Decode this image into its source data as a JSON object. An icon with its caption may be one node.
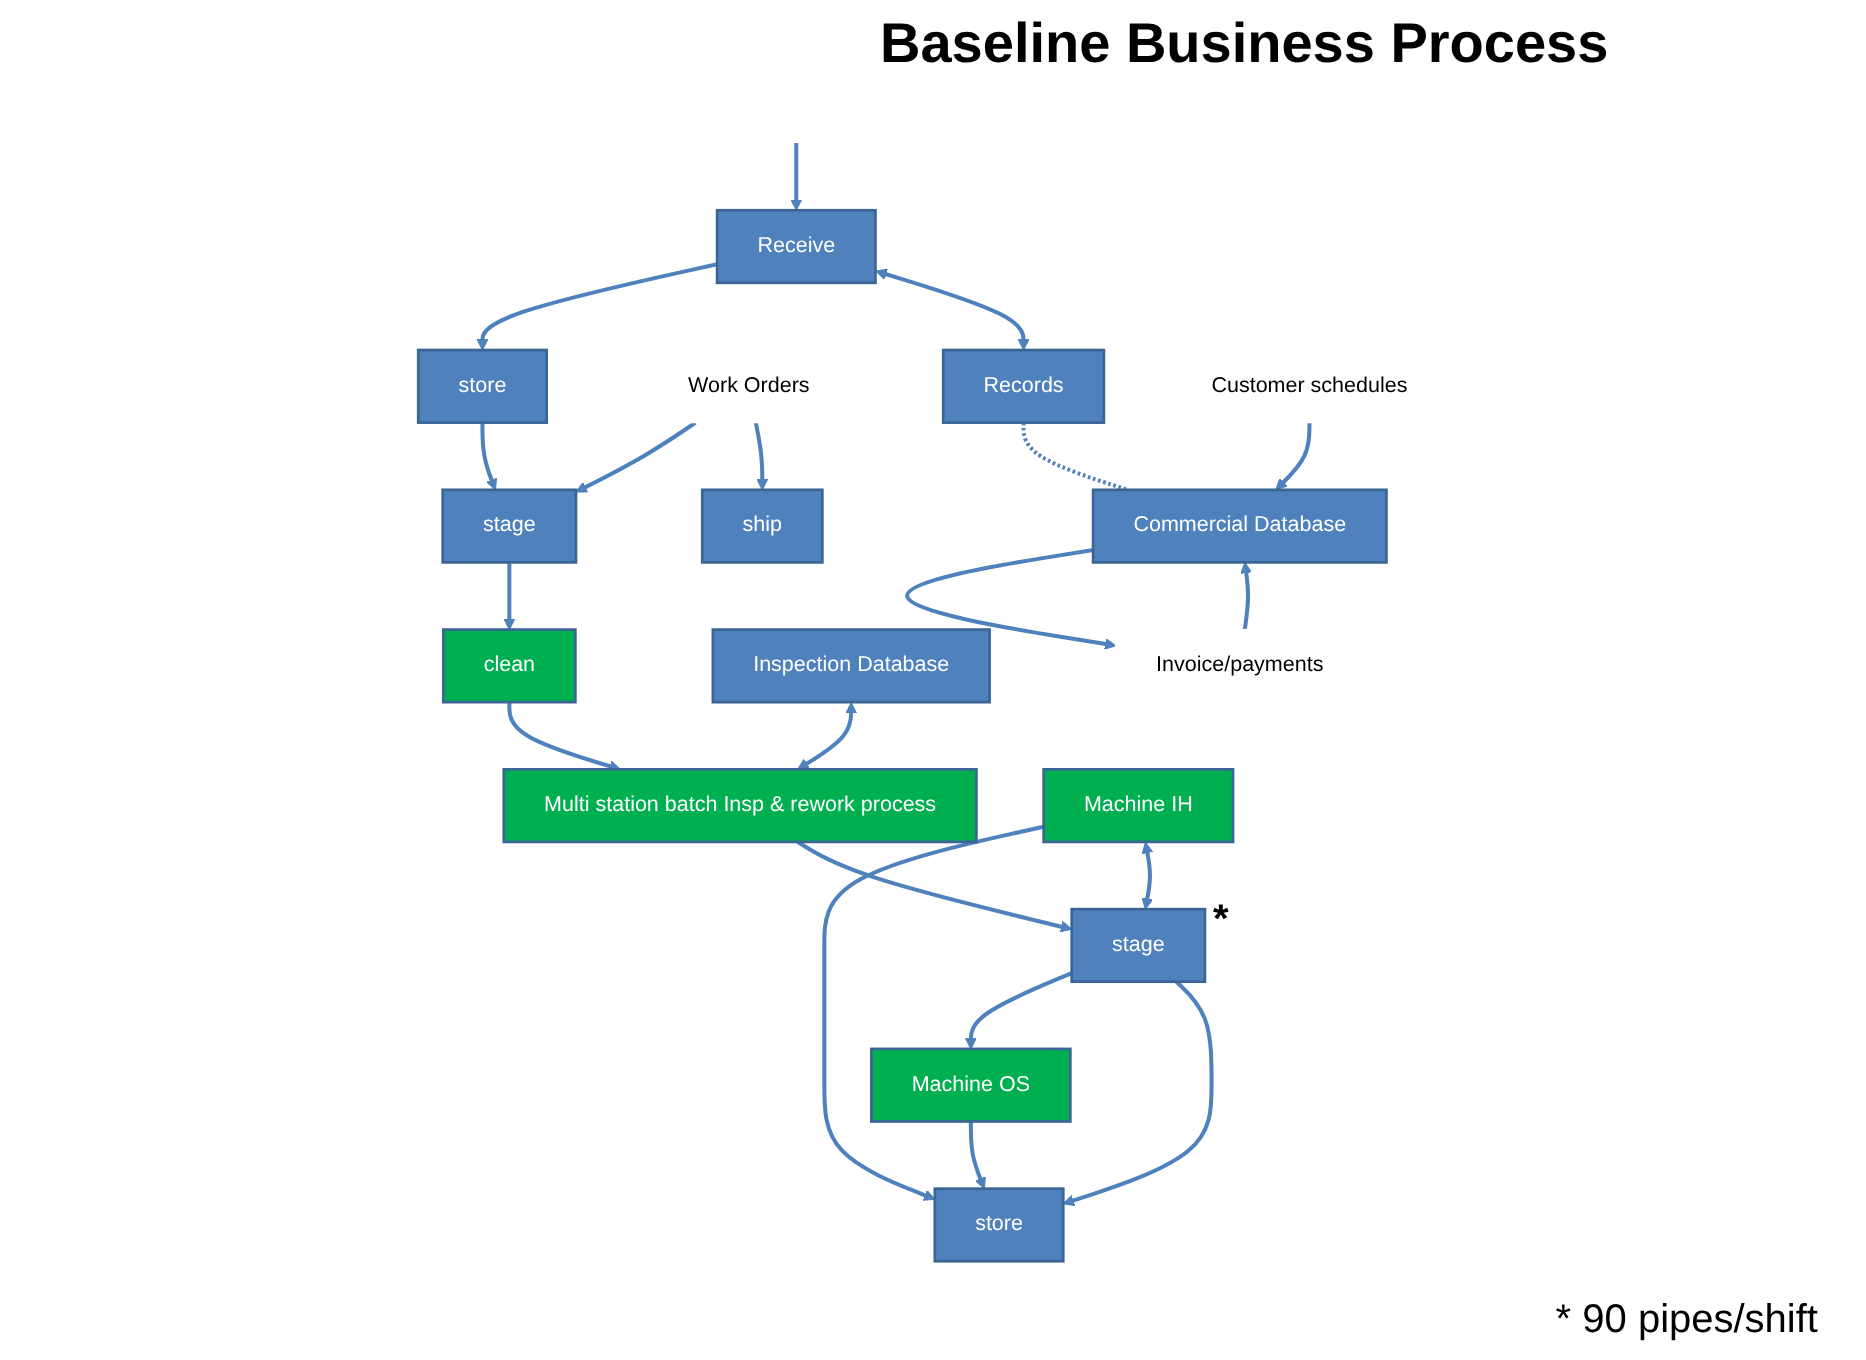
{
  "diagram": {
    "title": "Baseline Business Process",
    "nodes": [
      {
        "text": [
          "Receive"
        ]
      },
      {
        "text": [
          "store"
        ]
      },
      {
        "text": [
          "stage"
        ]
      },
      {
        "text": [
          "clean"
        ]
      },
      {
        "text": [
          "Multi station batch Insp & rework process"
        ]
      },
      {
        "text": [
          "Inspection Database"
        ]
      },
      {
        "text": [
          "Machine IH"
        ]
      },
      {
        "text": [
          "Machine OS"
        ]
      },
      {
        "text": [
          "stage"
        ],
        "beside": [
          "*"
        ]
      },
      {
        "text": [
          "store"
        ]
      },
      {
        "text": [
          "ship"
        ]
      },
      {
        "text": [
          "Records"
        ]
      },
      {
        "text": [
          "Work Orders"
        ]
      },
      {
        "text": [
          "Commercial Database"
        ]
      },
      {
        "text": [
          "Customer schedules"
        ]
      },
      {
        "text": [
          "Invoice/payments"
        ]
      }
    ],
    "edges": [
      {
        "from": null,
        "to": 0,
        "arrow": "to"
      },
      {
        "from": 0,
        "to": 1,
        "arrow": "to"
      },
      {
        "from": 1,
        "to": 2,
        "arrow": "to"
      },
      {
        "from": 2,
        "to": 3,
        "arrow": "to"
      },
      {
        "from": 3,
        "to": 4,
        "arrow": "to"
      },
      {
        "from": 4,
        "to": 8,
        "arrow": "to"
      },
      {
        "from": 0,
        "to": 11,
        "arrow": "both"
      },
      {
        "from": 5,
        "to": 4,
        "arrow": "both"
      },
      {
        "from": 6,
        "to": 8,
        "arrow": "both"
      },
      {
        "from": 8,
        "to": 7,
        "arrow": "to"
      },
      {
        "from": 6,
        "to": 9,
        "arrow": "to"
      },
      {
        "from": 7,
        "to": 9,
        "arrow": "to"
      },
      {
        "from": 8,
        "to": 9,
        "arrow": "to"
      },
      {
        "from": 11,
        "to": 13,
        "arrow": "none",
        "style": "dashed"
      },
      {
        "from": 12,
        "to": 2,
        "arrow": "to"
      },
      {
        "from": 12,
        "to": 10,
        "arrow": "to"
      },
      {
        "from": 14,
        "to": 13,
        "arrow": "to"
      },
      {
        "from": 13,
        "to": 15,
        "arrow": "to"
      },
      {
        "from": 15,
        "to": 13,
        "arrow": "to"
      }
    ],
    "labels": [
      "* 90 pipes/shift"
    ]
  }
}
